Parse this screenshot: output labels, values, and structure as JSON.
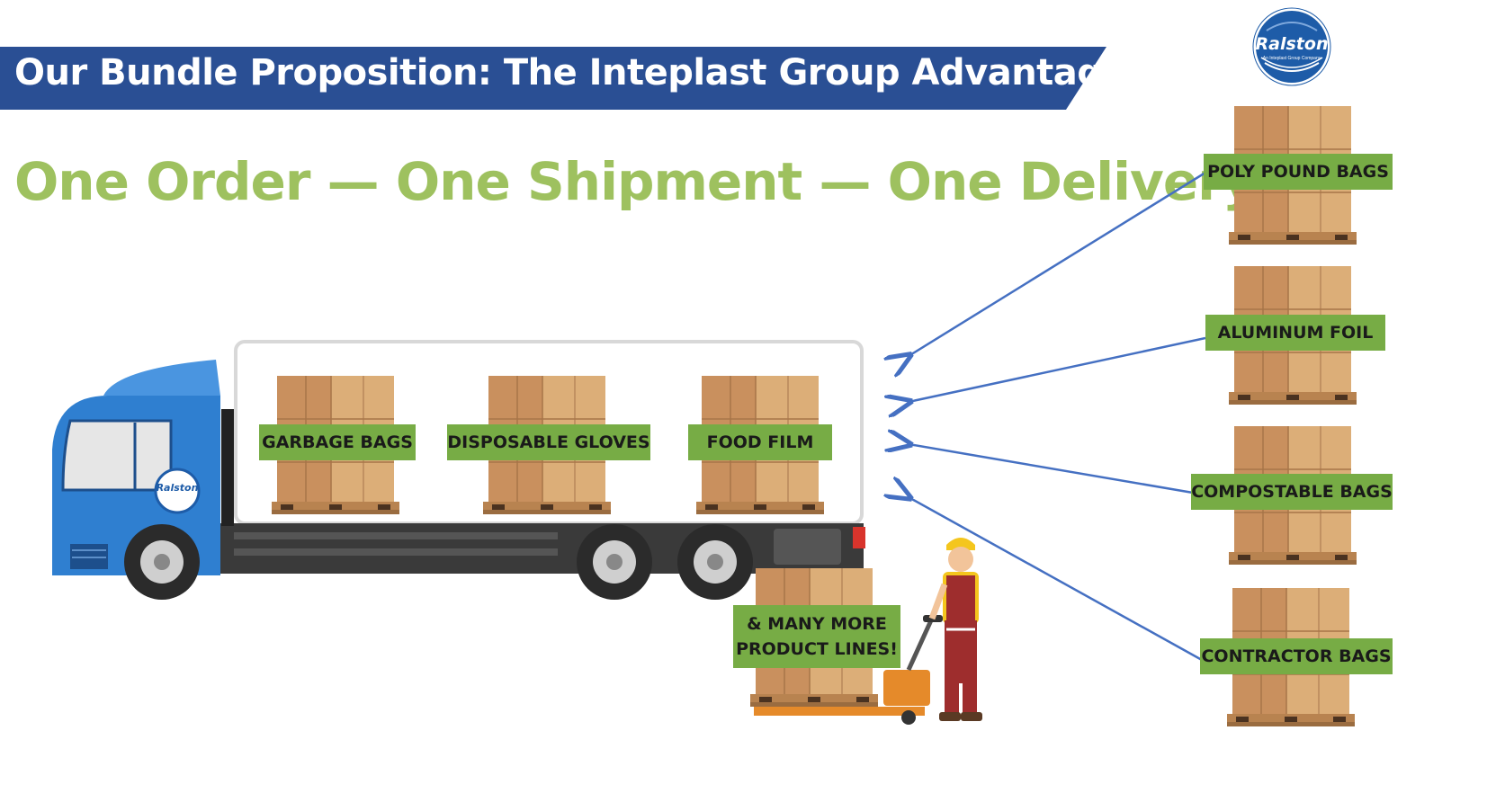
{
  "header": {
    "title": "Our Bundle Proposition: The Inteplast Group Advantage",
    "tagline": "One Order — One Shipment — One Delivery"
  },
  "logo": {
    "name": "Ralston",
    "subtitle": "An Inteplast Group Company"
  },
  "truck": {
    "logo_text": "Ralston",
    "loads": [
      "GARBAGE BAGS",
      "DISPOSABLE GLOVES",
      "FOOD FILM"
    ]
  },
  "forklift": {
    "label_line1": "& MANY MORE",
    "label_line2": "PRODUCT LINES!"
  },
  "side_products": [
    "POLY POUND BAGS",
    "ALUMINUM FOIL",
    "COMPOSTABLE BAGS",
    "CONTRACTOR BAGS"
  ],
  "colors": {
    "banner": "#2a4f94",
    "tagline": "#9ec15f",
    "label_green": "#77ac45",
    "truck_blue": "#2f7fd0",
    "arrow": "#4570c2",
    "box": "#dcae78"
  }
}
